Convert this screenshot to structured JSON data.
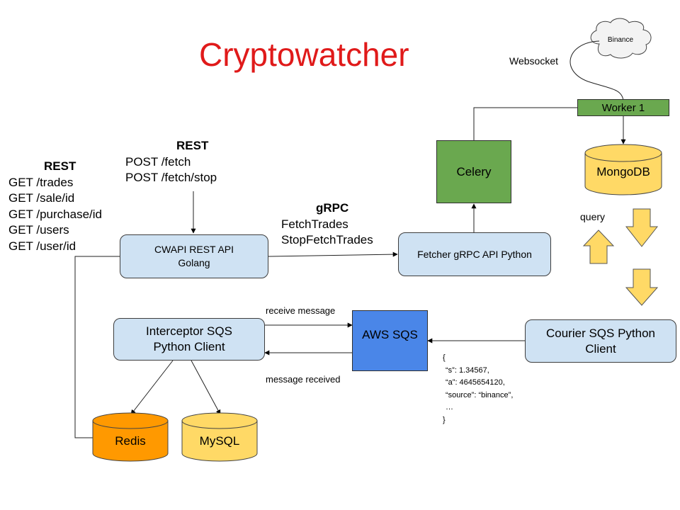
{
  "title": "Cryptowatcher",
  "colors": {
    "title": "#e01a1a",
    "light_blue": "#cfe2f3",
    "green": "#6aa84f",
    "sqs_blue": "#4a86e8",
    "yellow_db": "#ffd966",
    "orange_db": "#ff9900",
    "arrow_yellow": "#ffd966"
  },
  "cloud": {
    "label": "Binance"
  },
  "websocket_label": "Websocket",
  "worker": {
    "label": "Worker 1"
  },
  "celery": {
    "label": "Celery"
  },
  "mongodb": {
    "label": "MongoDB"
  },
  "query_label": "query",
  "rest_left": {
    "heading": "REST",
    "routes": [
      "GET /trades",
      "GET /sale/id",
      "GET /purchase/id",
      "GET /users",
      "GET /user/id"
    ]
  },
  "rest_top": {
    "heading": "REST",
    "routes": [
      "POST /fetch",
      "POST /fetch/stop"
    ]
  },
  "grpc": {
    "heading": "gRPC",
    "methods": [
      "FetchTrades",
      "StopFetchTrades"
    ]
  },
  "cwapi": {
    "line1": "CWAPI REST API",
    "line2": "Golang"
  },
  "fetcher": {
    "label": "Fetcher gRPC API Python"
  },
  "interceptor": {
    "line1": "Interceptor SQS",
    "line2": "Python Client"
  },
  "aws_sqs": {
    "label": "AWS SQS"
  },
  "courier": {
    "line1": "Courier SQS Python",
    "line2": "Client"
  },
  "receive_message": "receive message",
  "message_received": "message received",
  "payload": [
    "{",
    "“s”: 1.34567,",
    "“a”: 4645654120,",
    "“source”: “binance”,",
    "…",
    "}"
  ],
  "redis": {
    "label": "Redis"
  },
  "mysql": {
    "label": "MySQL"
  }
}
